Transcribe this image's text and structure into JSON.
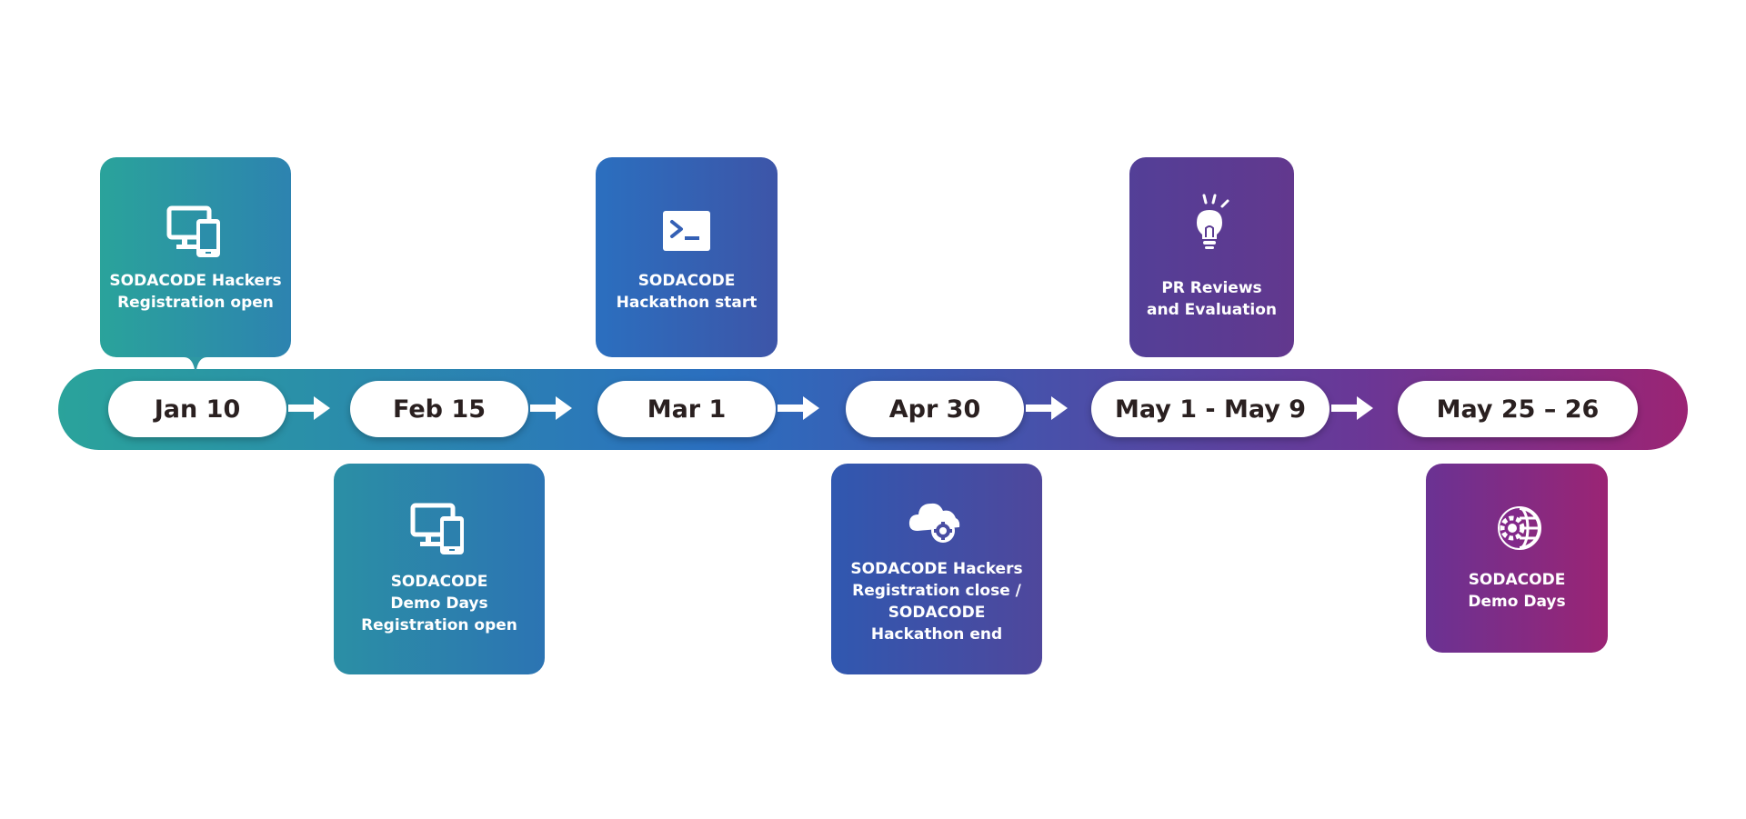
{
  "milestones": [
    {
      "date": "Jan 10",
      "event": "SODACODE Hackers\nRegistration open",
      "position": "top",
      "icon": "devices-icon"
    },
    {
      "date": "Feb 15",
      "event": "SODACODE\nDemo Days\nRegistration open",
      "position": "bottom",
      "icon": "devices-icon"
    },
    {
      "date": "Mar 1",
      "event": "SODACODE\nHackathon start",
      "position": "top",
      "icon": "terminal-icon"
    },
    {
      "date": "Apr 30",
      "event": "SODACODE Hackers\nRegistration close /\nSODACODE\nHackathon end",
      "position": "bottom",
      "icon": "cloud-gear-icon"
    },
    {
      "date": "May 1 - May 9",
      "event": "PR Reviews\nand Evaluation",
      "position": "top",
      "icon": "lightbulb-icon"
    },
    {
      "date": "May 25 – 26",
      "event": "SODACODE\nDemo Days",
      "position": "bottom",
      "icon": "globe-gear-icon"
    }
  ],
  "colors": {
    "gradient_start": "#2aa39b",
    "gradient_mid": "#2b6fbf",
    "gradient_end": "#9b2474",
    "pill": "#ffffff",
    "date_text": "#2a2020"
  }
}
